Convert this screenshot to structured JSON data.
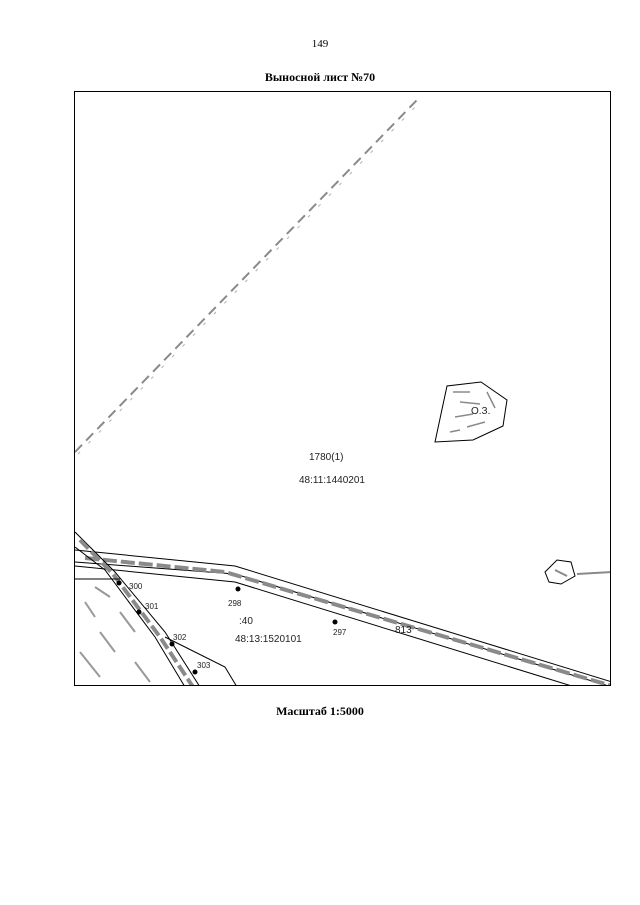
{
  "page": {
    "number": "149",
    "title": "Выносной лист №70",
    "scale": "Масштаб 1:5000"
  },
  "map": {
    "labels": {
      "parcel_number": "1780(1)",
      "cadastral_main": "48:11:1440201",
      "lower_parcel": ":40",
      "cadastral_lower": "48:13:1520101",
      "road_number": "813",
      "patch_label": "О.З."
    },
    "points": [
      "300",
      "301",
      "302",
      "303",
      "298",
      "297"
    ],
    "colors": {
      "line": "#000000",
      "hatch": "#8a8a8a"
    }
  }
}
